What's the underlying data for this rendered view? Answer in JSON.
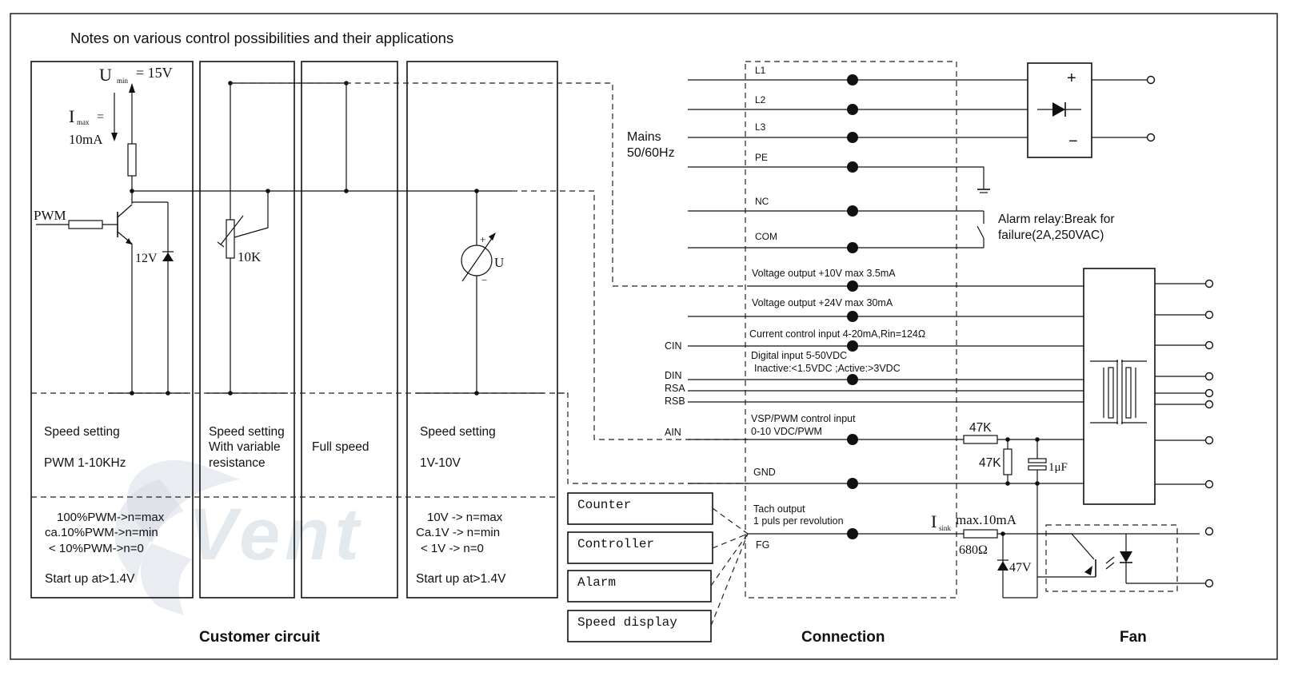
{
  "title": "Notes on various control possibilities and their applications",
  "footer": {
    "customer": "Customer circuit",
    "connection": "Connection",
    "fan": "Fan"
  },
  "watermark": "Vent",
  "panel_pwm": {
    "umin": "U",
    "umin_sub": "min",
    "umin_val": "= 15V",
    "imax": "I",
    "imax_sub": "max",
    "imax_eq": "=",
    "imax_val": "10mA",
    "pwm_label": "PWM",
    "zener": "12V",
    "title": "Speed setting",
    "mode": "PWM  1-10KHz",
    "lines": [
      "100%PWM->n=max",
      "ca.10%PWM->n=min",
      "< 10%PWM->n=0"
    ],
    "startup": "Start up at>1.4V"
  },
  "panel_res": {
    "pot": "10K",
    "title": "Speed setting",
    "line2": "With variable",
    "line3": "resistance"
  },
  "panel_full": {
    "title": "Full speed"
  },
  "panel_volt": {
    "meter": "U",
    "plus": "+",
    "minus": "−",
    "title": "Speed setting",
    "mode": "1V-10V",
    "lines": [
      "10V -> n=max",
      "Ca.1V -> n=min",
      "< 1V -> n=0"
    ],
    "startup": "Start up at>1.4V"
  },
  "mains": [
    "Mains",
    "50/60Hz"
  ],
  "terminals": {
    "L1": "L1",
    "L2": "L2",
    "L3": "L3",
    "PE": "PE",
    "NC": "NC",
    "COM": "COM",
    "V10": "Voltage output +10V max 3.5mA",
    "V24": "Voltage output +24V max 30mA",
    "CIN_desc": "Current control input 4-20mA,Rin=124Ω",
    "DIN_desc1": "Digital input 5-50VDC",
    "DIN_desc2": "Inactive:<1.5VDC ;Active:>3VDC",
    "AIN_desc1": "VSP/PWM control input",
    "AIN_desc2": "0-10 VDC/PWM",
    "GND": "GND",
    "tach1": "Tach output",
    "tach2": "1 puls per revolution",
    "FG": "FG"
  },
  "left_labels": {
    "CIN": "CIN",
    "DIN": "DIN",
    "RSA": "RSA",
    "RSB": "RSB",
    "AIN": "AIN"
  },
  "alarm_relay": [
    "Alarm relay:Break for",
    "failure(2A,250VAC)"
  ],
  "rectifier": {
    "plus": "+",
    "minus": "−"
  },
  "components": {
    "r47k_series": "47K",
    "r47k_shunt": "47K",
    "cap": "1μF",
    "isink": "I",
    "isink_sub": "sink",
    "isink_val": "max.10mA",
    "r680": "680Ω",
    "zener47": "47V"
  },
  "devices": [
    "Counter",
    "Controller",
    "Alarm",
    "Speed display"
  ]
}
